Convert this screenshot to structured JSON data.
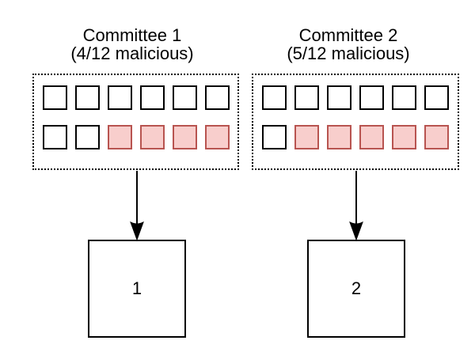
{
  "diagram": {
    "description_colors": {
      "malicious_fill": "#f8cecc",
      "malicious_stroke": "#b85450",
      "honest_fill": "#ffffff",
      "honest_stroke": "#000000",
      "line_color": "#000000"
    },
    "committees": [
      {
        "title_line1": "Committee 1",
        "title_line2": "(4/12 malicious)",
        "rows": [
          [
            "honest",
            "honest",
            "honest",
            "honest",
            "honest",
            "honest"
          ],
          [
            "honest",
            "honest",
            "malicious",
            "malicious",
            "malicious",
            "malicious"
          ]
        ],
        "shard_label": "1"
      },
      {
        "title_line1": "Committee 2",
        "title_line2": "(5/12 malicious)",
        "rows": [
          [
            "honest",
            "honest",
            "honest",
            "honest",
            "honest",
            "honest"
          ],
          [
            "honest",
            "malicious",
            "malicious",
            "malicious",
            "malicious",
            "malicious"
          ]
        ],
        "shard_label": "2"
      }
    ]
  }
}
